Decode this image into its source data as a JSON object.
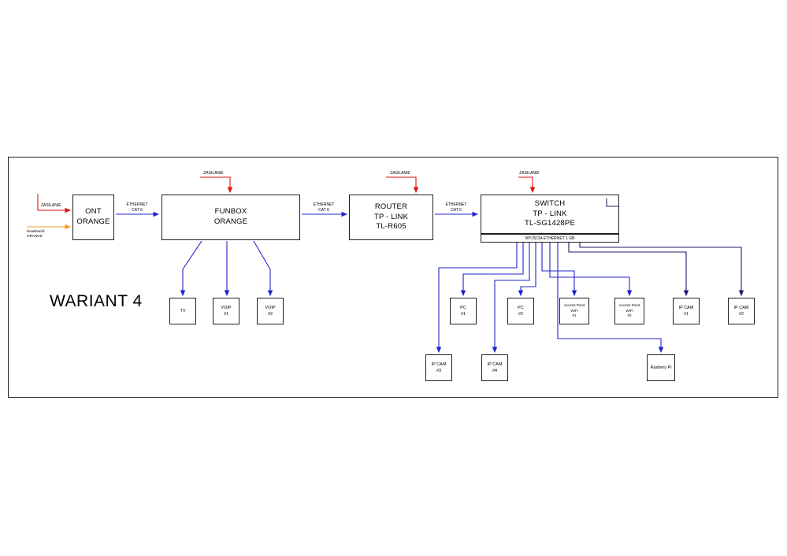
{
  "title": "WARIANT 4",
  "colors": {
    "ethernet_blue": "#2323cc",
    "ethernet_dark": "#1c1c6e",
    "power_red": "#e01212",
    "fiber_orange": "#f59a23"
  },
  "wire_labels": {
    "power": "ZASILANIE",
    "ethernet_l1": "ETHERNET",
    "ethernet_l2": "CAT 6",
    "fiber_l1": "światłowód",
    "fiber_l2": "ORANGE",
    "switch_ports": "WYJŚCIA ETHERNET 1 GB"
  },
  "main_boxes": {
    "ont": {
      "l1": "ONT",
      "l2": "ORANGE"
    },
    "funbox": {
      "l1": "FUNBOX",
      "l2": "ORANGE"
    },
    "router": {
      "l1": "ROUTER",
      "l2": "TP - LINK",
      "l3": "TL-R605"
    },
    "switch": {
      "l1": "SWITCH",
      "l2": "TP - LINK",
      "l3": "TL-SG1428PE"
    }
  },
  "devices": {
    "tv": {
      "l1": "TV"
    },
    "voip1": {
      "l1": "VOIP",
      "l2": "#1"
    },
    "voip2": {
      "l1": "VOIP",
      "l2": "#2"
    },
    "pc1": {
      "l1": "PC",
      "l2": "#1"
    },
    "pc2": {
      "l1": "PC",
      "l2": "#2"
    },
    "ap1": {
      "l1": "Access Point",
      "l2": "WiFi",
      "l3": "#1"
    },
    "ap2": {
      "l1": "Access Point",
      "l2": "WiFi",
      "l3": "#2"
    },
    "ipcam1": {
      "l1": "IP CAM",
      "l2": "#1"
    },
    "ipcam2": {
      "l1": "IP CAM",
      "l2": "#2"
    },
    "ipcam3": {
      "l1": "IP CAM",
      "l2": "#3"
    },
    "ipcam4": {
      "l1": "IP CAM",
      "l2": "#4"
    },
    "raspi": {
      "l1": "Rasbery Pi"
    }
  }
}
